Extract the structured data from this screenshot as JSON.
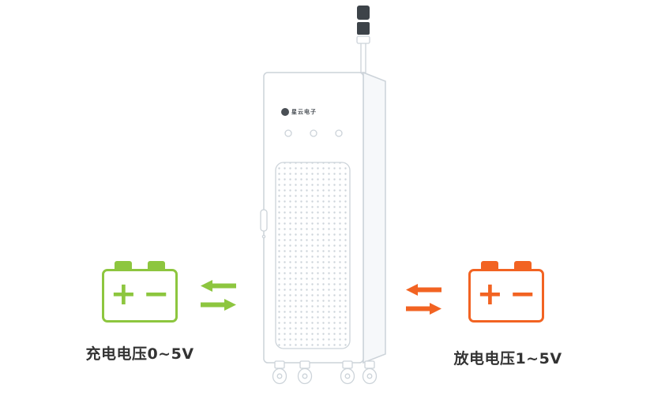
{
  "colors": {
    "charge_green": "#8dc63f",
    "discharge_orange": "#f26322",
    "outline_gray": "#ccd3d9",
    "tower_dark": "#3d4349",
    "text_dark": "#333333"
  },
  "charge_side": {
    "label": "充电电压0~5V",
    "battery": {
      "plus": "+",
      "minus": "−"
    },
    "arrows": [
      "left",
      "right"
    ]
  },
  "discharge_side": {
    "label": "放电电压1~5V",
    "battery": {
      "plus": "+",
      "minus": "−"
    },
    "arrows": [
      "left",
      "right"
    ]
  },
  "cabinet": {
    "logo_text": "星云电子",
    "indicator_lights": 3
  }
}
